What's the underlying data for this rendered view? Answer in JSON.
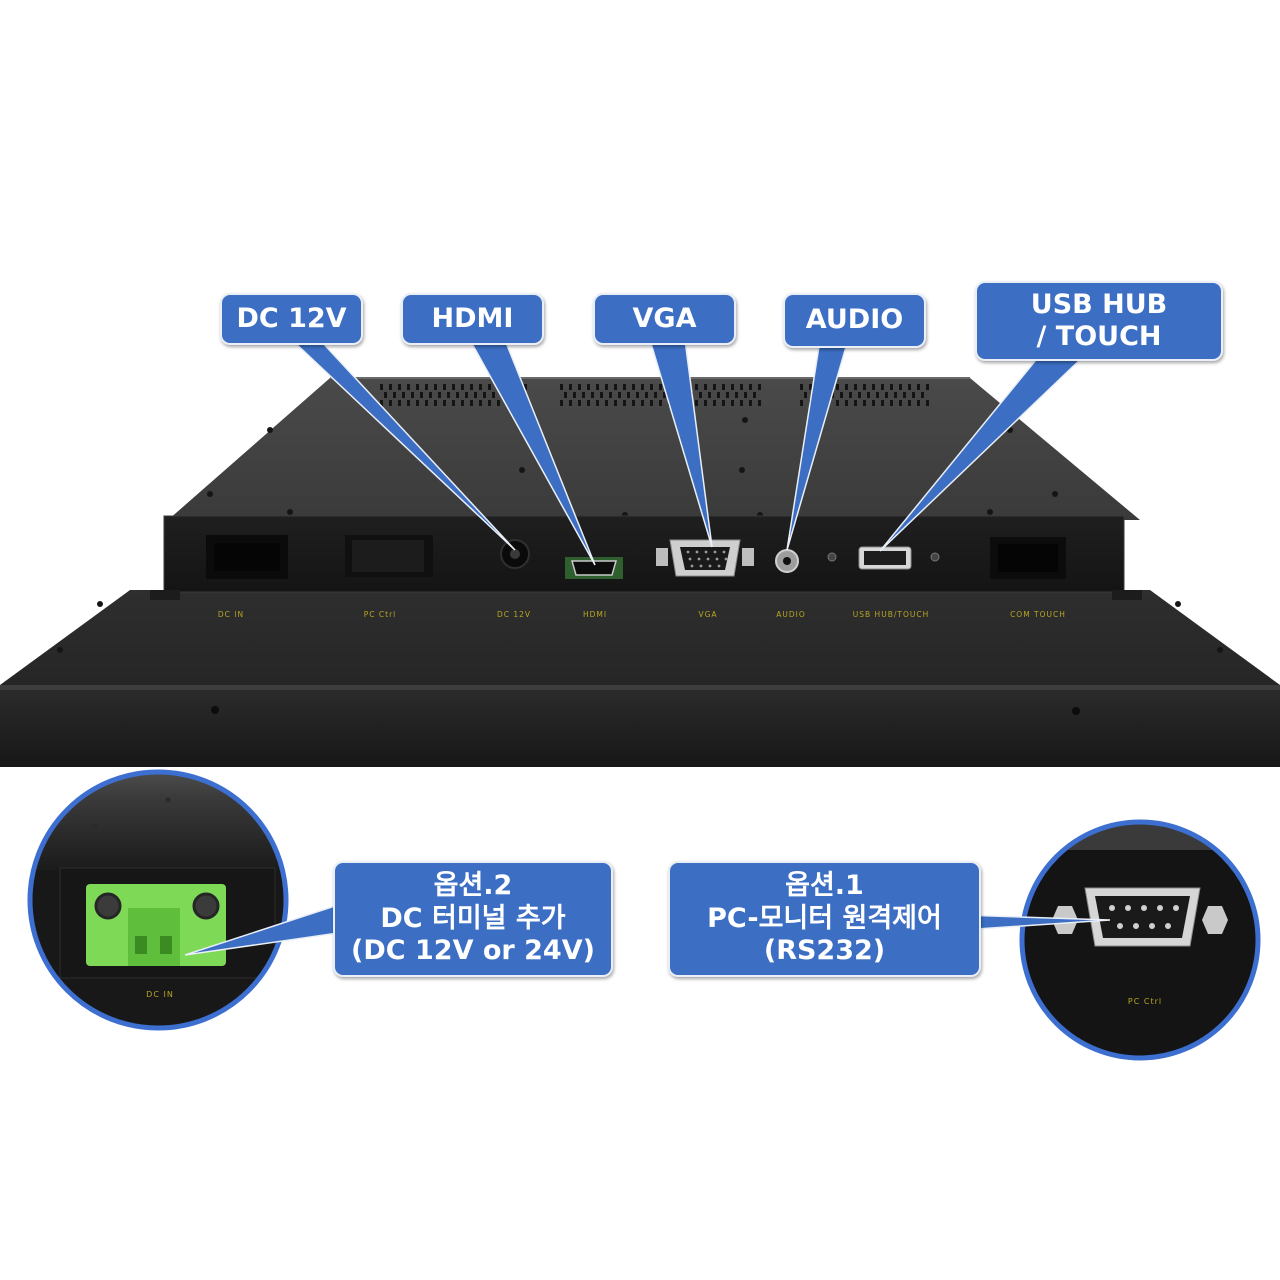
{
  "callouts": {
    "dc12v": "DC 12V",
    "hdmi": "HDMI",
    "vga": "VGA",
    "audio": "AUDIO",
    "usb_line1": "USB HUB",
    "usb_line2": "/ TOUCH",
    "option2": {
      "line1": "옵션.2",
      "line2": "DC 터미널 추가",
      "line3": "(DC 12V or 24V)"
    },
    "option1": {
      "line1": "옵션.1",
      "line2": "PC-모니터 원격제어",
      "line3": "(RS232)"
    }
  },
  "panel_labels": {
    "dc_in": "DC IN",
    "pc_ctrl": "PC Ctrl",
    "dc_12v": "DC 12V",
    "hdmi": "HDMI",
    "vga": "VGA",
    "audio": "AUDIO",
    "usb_hub_touch": "USB HUB/TOUCH",
    "com_touch": "COM TOUCH"
  },
  "zoom_labels": {
    "dc_in": "DC IN",
    "pc_ctrl": "PC Ctrl"
  },
  "colors": {
    "callout_fill": "#3c6fc4",
    "callout_border": "#e9eef7",
    "circle_border": "#3d6fd0",
    "connector_green": "#7ed957",
    "panel_label_yellow": "#b8a622",
    "chassis": "#2b2b2b"
  }
}
